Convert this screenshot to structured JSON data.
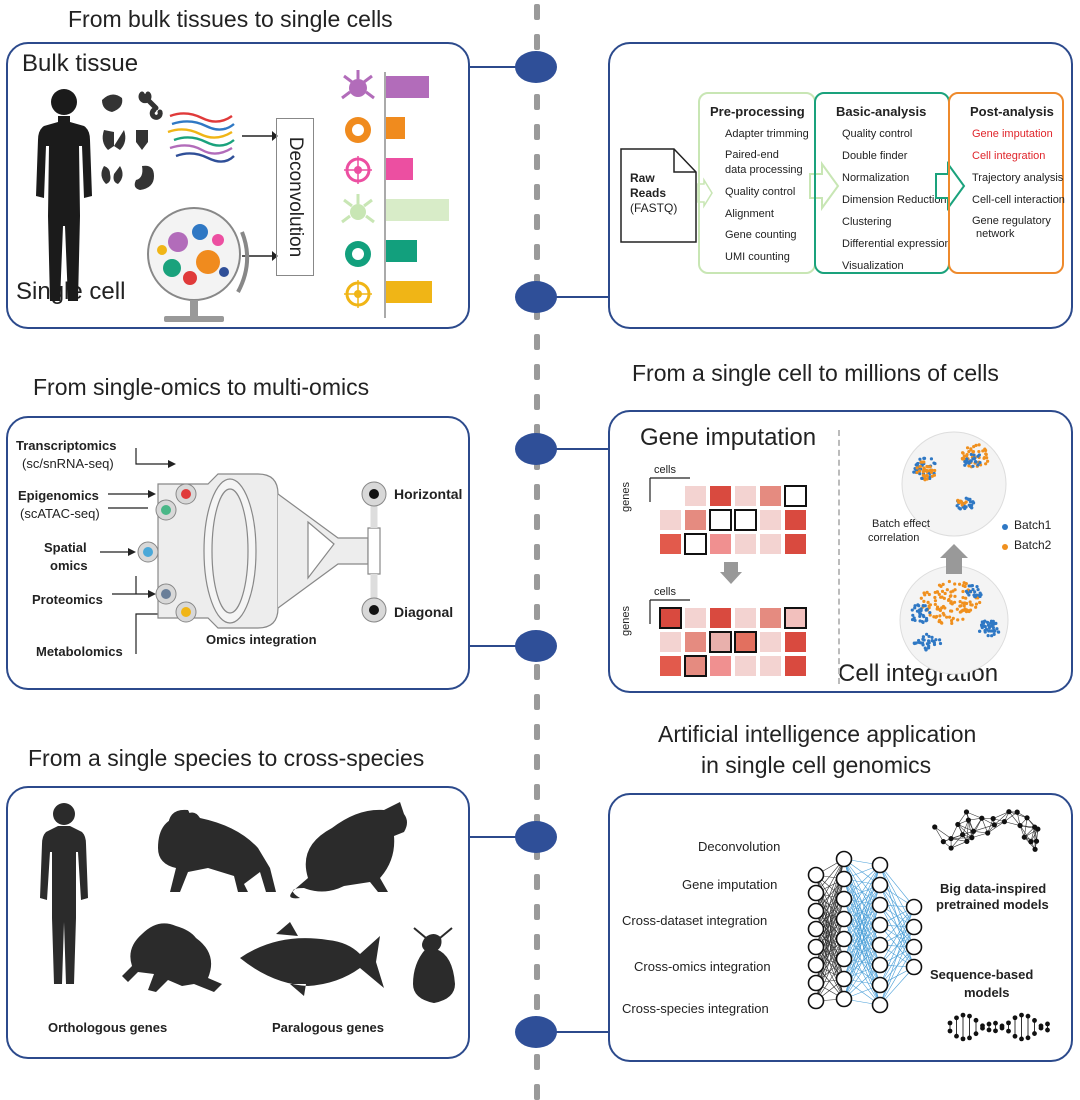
{
  "sections": {
    "bulk": {
      "title": "From bulk tissues to single cells",
      "bulk_tissue": "Bulk tissue",
      "single_cell": "Single cell",
      "deconvolution": "Deconvolution",
      "bars": [
        {
          "color": "#b26cba",
          "value": 0.56
        },
        {
          "color": "#f08b1e",
          "value": 0.25
        },
        {
          "color": "#ec4fa1",
          "value": 0.35
        },
        {
          "color": "#d8ecc8",
          "value": 0.83
        },
        {
          "color": "#12a07d",
          "value": 0.41
        },
        {
          "color": "#f0b516",
          "value": 0.6
        }
      ]
    },
    "pipeline": {
      "raw_reads": "Raw",
      "raw_reads2": "Reads",
      "raw_reads3": "(FASTQ)",
      "pre": {
        "title": "Pre-processing",
        "items": [
          "Adapter trimming",
          "Paired-end",
          "data processing",
          "Quality control",
          "Alignment",
          "Gene counting",
          "UMI counting"
        ]
      },
      "basic": {
        "title": "Basic-analysis",
        "items": [
          "Quality control",
          "Double finder",
          "Normalization",
          "Dimension Reduction",
          "Clustering",
          "Differential expression",
          "Visualization"
        ]
      },
      "post": {
        "title": "Post-analysis",
        "items": [
          "Gene imputation",
          "Cell integration",
          "Trajectory analysis",
          "Cell-cell interaction",
          "Gene regulatory",
          "network"
        ]
      }
    },
    "multiomics": {
      "title": "From single-omics to multi-omics",
      "transcriptomics": "Transcriptomics",
      "transcriptomics_sub": "(sc/snRNA-seq)",
      "epigenomics": "Epigenomics",
      "epigenomics_sub": "(scATAC-seq)",
      "spatial": "Spatial",
      "spatial2": "omics",
      "proteomics": "Proteomics",
      "metabolomics": "Metabolomics",
      "integration": "Omics integration",
      "horizontal": "Horizontal",
      "diagonal": "Diagonal"
    },
    "millions": {
      "title": "From a single cell to millions of cells",
      "gene_imputation": "Gene imputation",
      "cells": "cells",
      "genes": "genes",
      "batch_effect": "Batch effect",
      "correlation": "correlation",
      "batch1": "Batch1",
      "batch2": "Batch2",
      "cell_integration": "Cell integration"
    },
    "species": {
      "title": "From a single species to cross-species",
      "orthologous": "Orthologous genes",
      "paralogous": "Paralogous genes"
    },
    "ai": {
      "title1": "Artificial intelligence application",
      "title2": "in single cell genomics",
      "tasks": [
        "Deconvolution",
        "Gene imputation",
        "Cross-dataset integration",
        "Cross-omics integration",
        "Cross-species integration"
      ],
      "big_data1": "Big data-inspired",
      "big_data2": "pretrained models",
      "seq1": "Sequence-based",
      "seq2": "models"
    }
  },
  "colors": {
    "frame": "#2c4a8c",
    "dot": "#2f4f98",
    "pre_border": "#c8e6b4",
    "basic_border": "#1aa27c",
    "post_border": "#ee8a2c",
    "highlight": "#e0252b",
    "batch1": "#2f78c4",
    "batch2": "#f0901e"
  }
}
